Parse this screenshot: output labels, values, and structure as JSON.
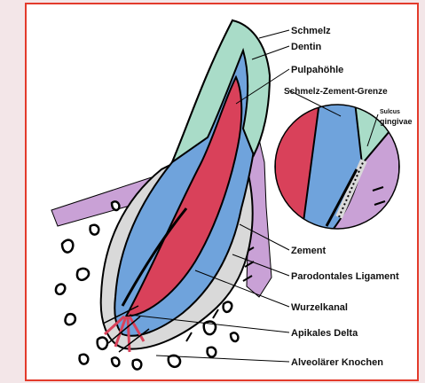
{
  "colors": {
    "page_background": "#f3e6e8",
    "frame_border": "#e33b2c",
    "enamel": "#a9dcc8",
    "dentin": "#6fa3dc",
    "pulp": "#d9415a",
    "gingiva": "#c9a1d6",
    "bone": "#c9a1d6",
    "cementum": "#d9d9d9",
    "outline": "#000000"
  },
  "labels": {
    "schmelz": "Schmelz",
    "dentin": "Dentin",
    "pulpahoehle": "Pulpahöhle",
    "schmelz_zement_grenze": "Schmelz-Zement-Grenze",
    "sulcus": "Sulcus",
    "gingiva": "gingivae",
    "zement": "Zement",
    "parodontales_ligament": "Parodontales Ligament",
    "wurzelkanal": "Wurzelkanal",
    "apikales_delta": "Apikales Delta",
    "alveolaerer_knochen": "Alveolärer Knochen"
  }
}
